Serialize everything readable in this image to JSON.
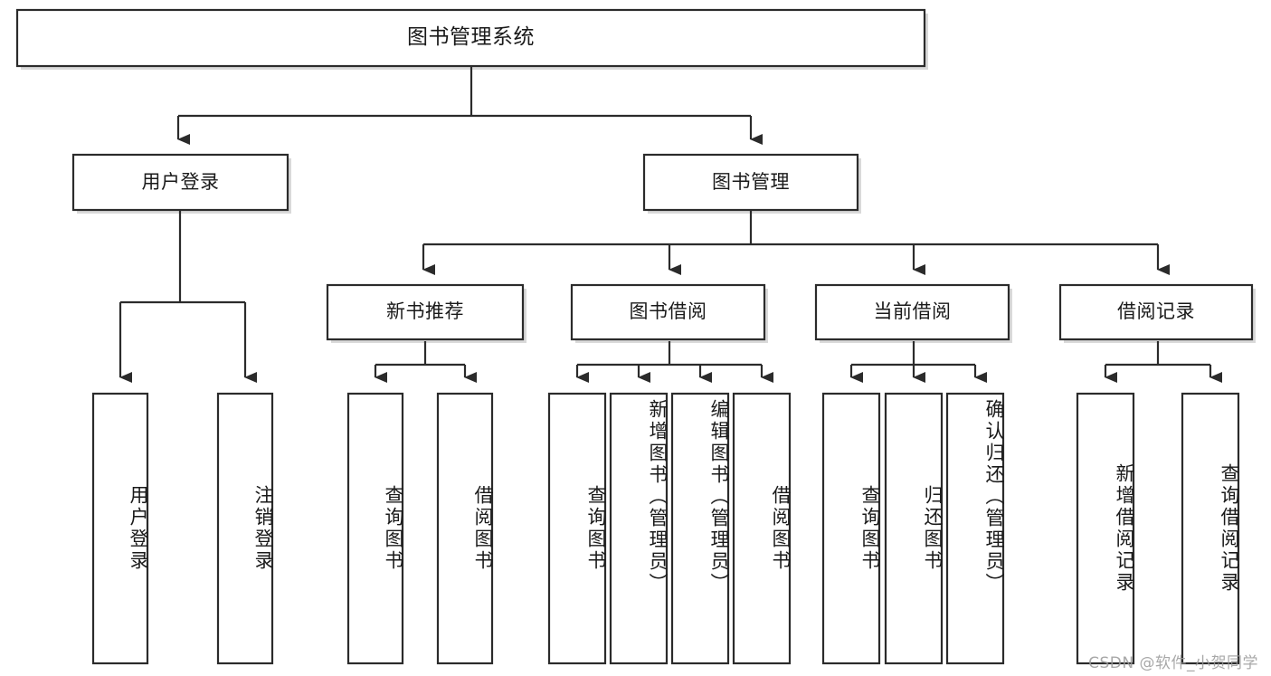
{
  "diagram": {
    "type": "tree-hierarchy-flowchart",
    "title": "图书管理系统",
    "root": {
      "id": "root",
      "label": "图书管理系统",
      "orientation": "horizontal"
    },
    "level2": [
      {
        "id": "user-login",
        "label": "用户登录",
        "orientation": "horizontal"
      },
      {
        "id": "book-manage",
        "label": "图书管理",
        "orientation": "horizontal"
      }
    ],
    "level3": [
      {
        "id": "new-book-recommend",
        "label": "新书推荐",
        "orientation": "horizontal",
        "parent": "book-manage"
      },
      {
        "id": "book-borrow",
        "label": "图书借阅",
        "orientation": "horizontal",
        "parent": "book-manage"
      },
      {
        "id": "current-borrow",
        "label": "当前借阅",
        "orientation": "horizontal",
        "parent": "book-manage"
      },
      {
        "id": "borrow-record",
        "label": "借阅记录",
        "orientation": "horizontal",
        "parent": "book-manage"
      }
    ],
    "leaves": [
      {
        "id": "leaf-user-login",
        "label": "用户登录",
        "orientation": "vertical",
        "parent": "user-login"
      },
      {
        "id": "leaf-logout",
        "label": "注销登录",
        "orientation": "vertical",
        "parent": "user-login"
      },
      {
        "id": "leaf-query-book-1",
        "label": "查询图书",
        "orientation": "vertical",
        "parent": "new-book-recommend"
      },
      {
        "id": "leaf-borrow-book-1",
        "label": "借阅图书",
        "orientation": "vertical",
        "parent": "new-book-recommend"
      },
      {
        "id": "leaf-query-book-2",
        "label": "查询图书",
        "orientation": "vertical",
        "parent": "book-borrow"
      },
      {
        "id": "leaf-add-book",
        "label": "新增图书（管理员）",
        "orientation": "vertical",
        "parent": "book-borrow"
      },
      {
        "id": "leaf-edit-book",
        "label": "编辑图书（管理员）",
        "orientation": "vertical",
        "parent": "book-borrow"
      },
      {
        "id": "leaf-borrow-book-2",
        "label": "借阅图书",
        "orientation": "vertical",
        "parent": "book-borrow"
      },
      {
        "id": "leaf-query-book-3",
        "label": "查询图书",
        "orientation": "vertical",
        "parent": "current-borrow"
      },
      {
        "id": "leaf-return-book",
        "label": "归还图书",
        "orientation": "vertical",
        "parent": "current-borrow"
      },
      {
        "id": "leaf-confirm-return",
        "label": "确认归还（管理员）",
        "orientation": "vertical",
        "parent": "current-borrow"
      },
      {
        "id": "leaf-add-record",
        "label": "新增借阅记录",
        "orientation": "vertical",
        "parent": "borrow-record"
      },
      {
        "id": "leaf-query-record",
        "label": "查询借阅记录",
        "orientation": "vertical",
        "parent": "borrow-record"
      }
    ],
    "colors": {
      "stroke": "#2b2b2b",
      "fill": "#ffffff",
      "text": "#1a1a1a",
      "watermark": "#9a9a9a"
    }
  },
  "watermark": {
    "text": "CSDN @软件_小贺同学"
  }
}
